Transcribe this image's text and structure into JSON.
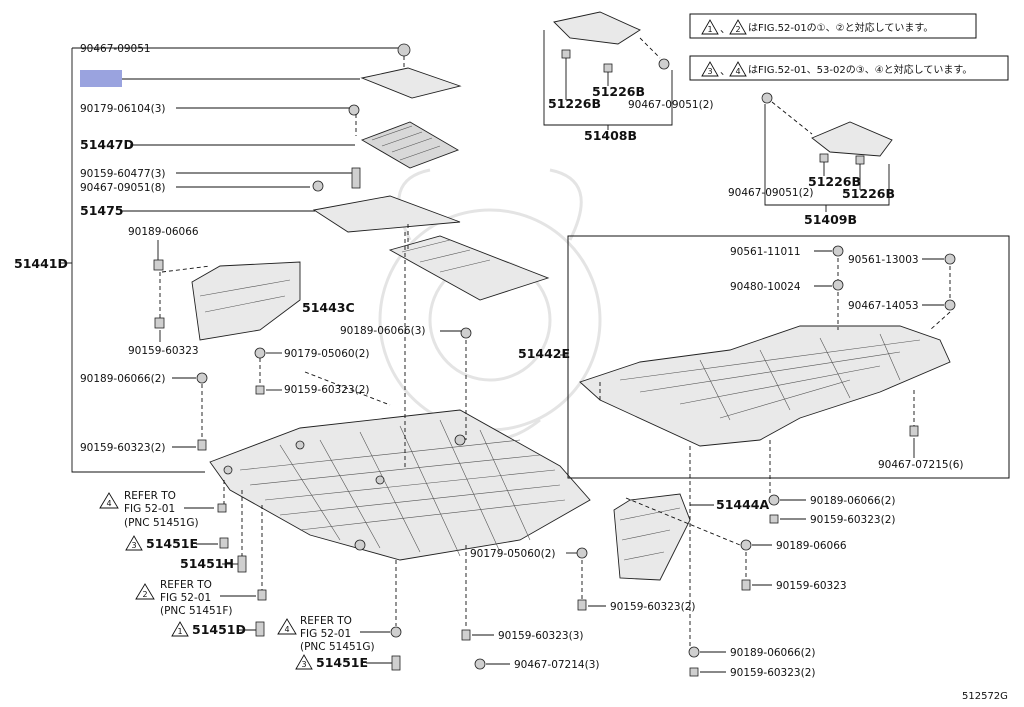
{
  "diagram_id": "512572G",
  "highlight_color": "#9aa3df",
  "notes": [
    {
      "symbols": [
        "1",
        "2"
      ],
      "text": "はFIG.52-01の①、②と対応しています。"
    },
    {
      "symbols": [
        "3",
        "4"
      ],
      "text": "はFIG.52-01、53-02の③、④と対応しています。"
    }
  ],
  "labels": {
    "l90467_09051_top": "90467-09051",
    "l90179_06104": "90179-06104(3)",
    "l51447D": "51447D",
    "l90159_60477": "90159-60477(3)",
    "l90467_09051_8": "90467-09051(8)",
    "l51475": "51475",
    "l90189_06066_a": "90189-06066",
    "l51441D": "51441D",
    "l51443C": "51443C",
    "l90159_60323_a": "90159-60323",
    "l90179_05060_a": "90179-05060(2)",
    "l90189_06066_b": "90189-06066(2)",
    "l90159_60323_b": "90159-60323(2)",
    "l90159_60323_c": "90159-60323(2)",
    "l90189_06066_3": "90189-06066(3)",
    "l51226B_1": "51226B",
    "l51226B_2": "51226B",
    "l90467_09051_2a": "90467-09051(2)",
    "l51408B": "51408B",
    "l51226B_3": "51226B",
    "l51226B_4": "51226B",
    "l90467_09051_2b": "90467-09051(2)",
    "l51409B": "51409B",
    "l90561_11011": "90561-11011",
    "l90561_13003": "90561-13003",
    "l90480_10024": "90480-10024",
    "l90467_14053": "90467-14053",
    "l51442E": "51442E",
    "l90467_07215": "90467-07215(6)",
    "l90189_06066_c": "90189-06066(2)",
    "l51444A": "51444A",
    "l90159_60323_d": "90159-60323(2)",
    "l90189_06066_d": "90189-06066",
    "l90159_60323_e": "90159-60323",
    "l90179_05060_b": "90179-05060(2)",
    "l90159_60323_f": "90159-60323(2)",
    "l90159_60323_3": "90159-60323(3)",
    "l90467_07214": "90467-07214(3)",
    "l90189_06066_e": "90189-06066(2)",
    "l90159_60323_g": "90159-60323(2)",
    "l51451E_1": "51451E",
    "l51451H": "51451H",
    "l51451D": "51451D",
    "l51451E_2": "51451E"
  },
  "refers": [
    {
      "symbol": "4",
      "lines": [
        "REFER TO",
        "FIG 52-01",
        "(PNC 51451G)"
      ]
    },
    {
      "symbol": "2",
      "lines": [
        "REFER TO",
        "FIG 52-01",
        "(PNC 51451F)"
      ]
    },
    {
      "symbol": "4",
      "lines": [
        "REFER TO",
        "FIG 52-01",
        "(PNC 51451G)"
      ]
    }
  ],
  "callout_symbols": [
    "3",
    "1",
    "3"
  ]
}
